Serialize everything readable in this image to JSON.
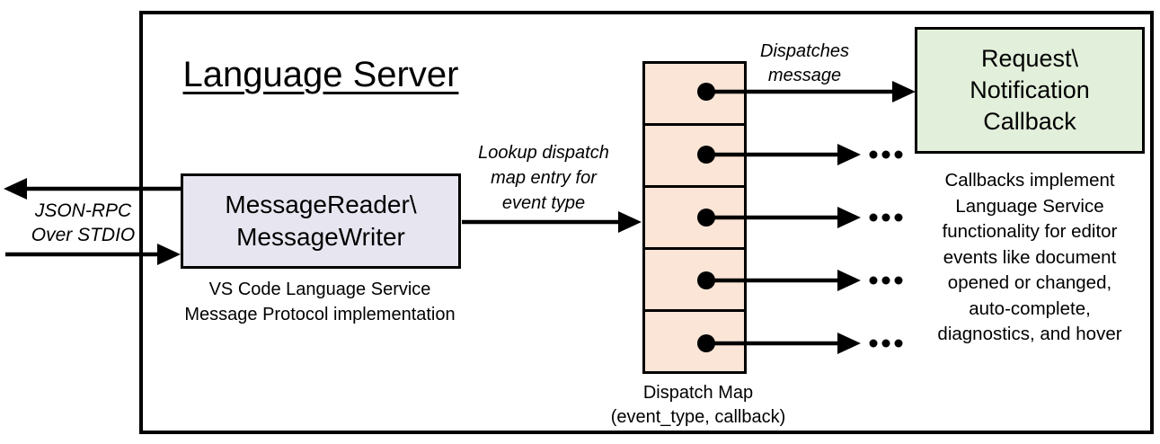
{
  "title": "Language Server",
  "stdio_label": {
    "line1": "JSON-RPC",
    "line2": "Over STDIO"
  },
  "message_box": {
    "line1": "MessageReader\\",
    "line2": "MessageWriter"
  },
  "message_caption": {
    "line1": "VS Code Language Service",
    "line2": "Message Protocol implementation"
  },
  "lookup_label": {
    "line1": "Lookup dispatch",
    "line2": "map entry for",
    "line3": "event type"
  },
  "dispatches_label": {
    "line1": "Dispatches",
    "line2": "message"
  },
  "callback_box": {
    "line1": "Request\\",
    "line2": "Notification",
    "line3": "Callback"
  },
  "callbacks_note": {
    "line1": "Callbacks implement",
    "line2": "Language Service",
    "line3": "functionality for editor",
    "line4": "events like document",
    "line5": "opened or changed,",
    "line6": "auto-complete,",
    "line7": "diagnostics, and hover"
  },
  "dispatch_caption": {
    "line1": "Dispatch Map",
    "line2": "(event_type, callback)"
  },
  "colors": {
    "message_box_fill": "#E7E6F0",
    "dispatch_cell_fill": "#FBE5D6",
    "callback_box_fill": "#E2EFDA",
    "line_color": "#000000",
    "background": "#FFFFFF"
  }
}
